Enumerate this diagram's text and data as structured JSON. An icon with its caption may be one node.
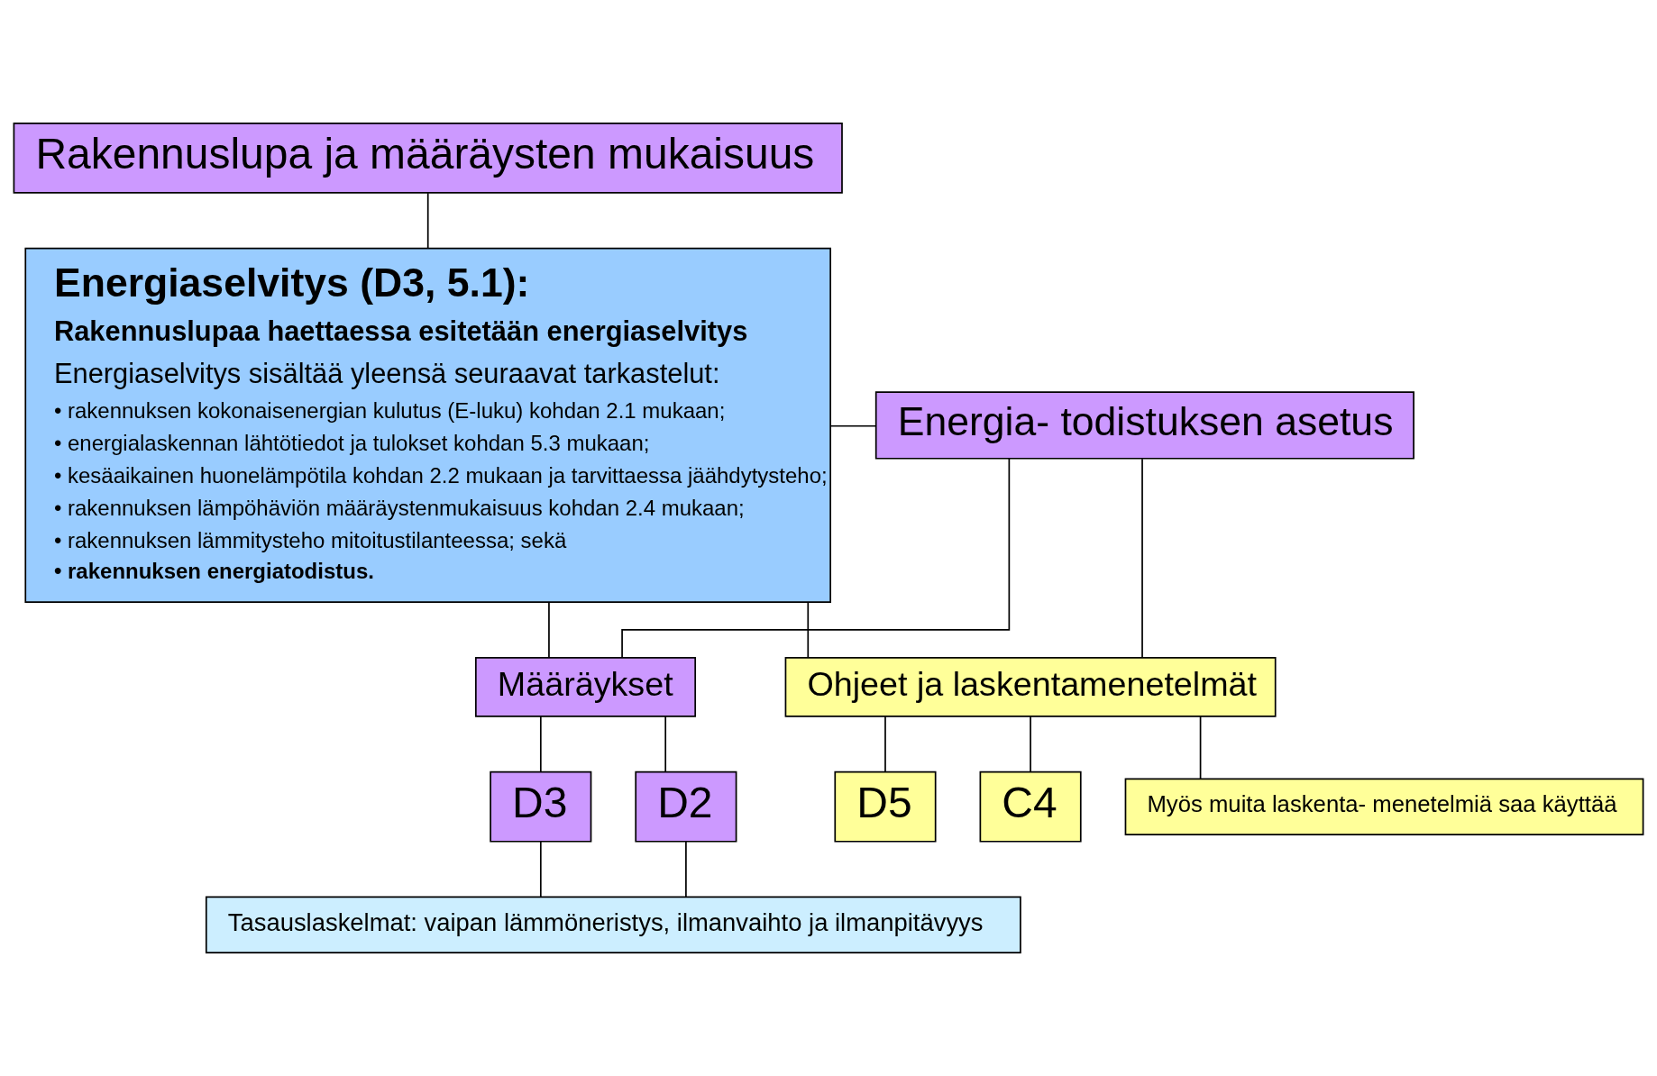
{
  "diagram": {
    "nodes": [
      {
        "text": [
          "Rakennuslupa ja määräysten mukaisuus"
        ]
      },
      {
        "text": [
          "Energiaselvitys (D3, 5.1):",
          "Rakennuslupaa haettaessa esitetään energiaselvitys",
          "Energiaselvitys sisältää yleensä seuraavat tarkastelut:",
          "• rakennuksen kokonaisenergian kulutus (E-luku) kohdan 2.1 mukaan;",
          "• energialaskennan lähtötiedot ja tulokset kohdan 5.3 mukaan;",
          "• kesäaikainen huonelämpötila kohdan 2.2 mukaan ja tarvittaessa jäähdytysteho;",
          "• rakennuksen lämpöhäviön määräystenmukaisuus kohdan 2.4 mukaan;",
          "• rakennuksen lämmitysteho mitoitustilanteessa; sekä",
          "• rakennuksen energiatodistus."
        ]
      },
      {
        "text": [
          "Energia- todistuksen asetus"
        ]
      },
      {
        "text": [
          "Määräykset"
        ]
      },
      {
        "text": [
          "Ohjeet ja laskentamenetelmät"
        ]
      },
      {
        "text": [
          "D3"
        ]
      },
      {
        "text": [
          "D2"
        ]
      },
      {
        "text": [
          "D5"
        ]
      },
      {
        "text": [
          "C4"
        ]
      },
      {
        "text": [
          "Myös muita laskenta- menetelmiä saa käyttää"
        ]
      },
      {
        "text": [
          "Tasauslaskelmat: vaipan lämmöneristys, ilmanvaihto ja ilmanpitävyys"
        ]
      }
    ],
    "edges": [
      {
        "from": 0,
        "to": 1,
        "arrow": "none"
      },
      {
        "from": 1,
        "to": 2,
        "arrow": "none"
      },
      {
        "from": 1,
        "to": 3,
        "arrow": "none"
      },
      {
        "from": 1,
        "to": 4,
        "arrow": "none"
      },
      {
        "from": 2,
        "to": 3,
        "arrow": "none"
      },
      {
        "from": 2,
        "to": 4,
        "arrow": "none"
      },
      {
        "from": 3,
        "to": 5,
        "arrow": "none"
      },
      {
        "from": 3,
        "to": 6,
        "arrow": "none"
      },
      {
        "from": 4,
        "to": 7,
        "arrow": "none"
      },
      {
        "from": 4,
        "to": 8,
        "arrow": "none"
      },
      {
        "from": 4,
        "to": 9,
        "arrow": "none"
      },
      {
        "from": 5,
        "to": 10,
        "arrow": "none"
      },
      {
        "from": 6,
        "to": 10,
        "arrow": "none"
      }
    ]
  }
}
